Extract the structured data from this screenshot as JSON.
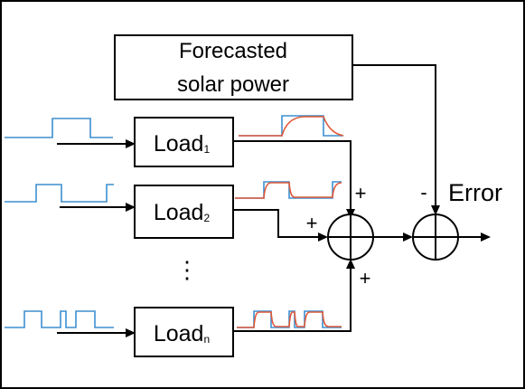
{
  "forecast": {
    "line1": "Forecasted",
    "line2": "solar power"
  },
  "loads": [
    {
      "base": "Load",
      "subscript": "1"
    },
    {
      "base": "Load",
      "subscript": "2"
    },
    {
      "base": "Load",
      "subscript": "n"
    }
  ],
  "ellipsis": "⋮",
  "signs": {
    "sum_top": "+",
    "sum_left": "+",
    "sum_bottom": "+",
    "error_top": "-"
  },
  "output_label": "Error",
  "colors": {
    "input_signal": "#3d8fd1",
    "output_signal": "#e05a3a",
    "line": "#000000"
  }
}
